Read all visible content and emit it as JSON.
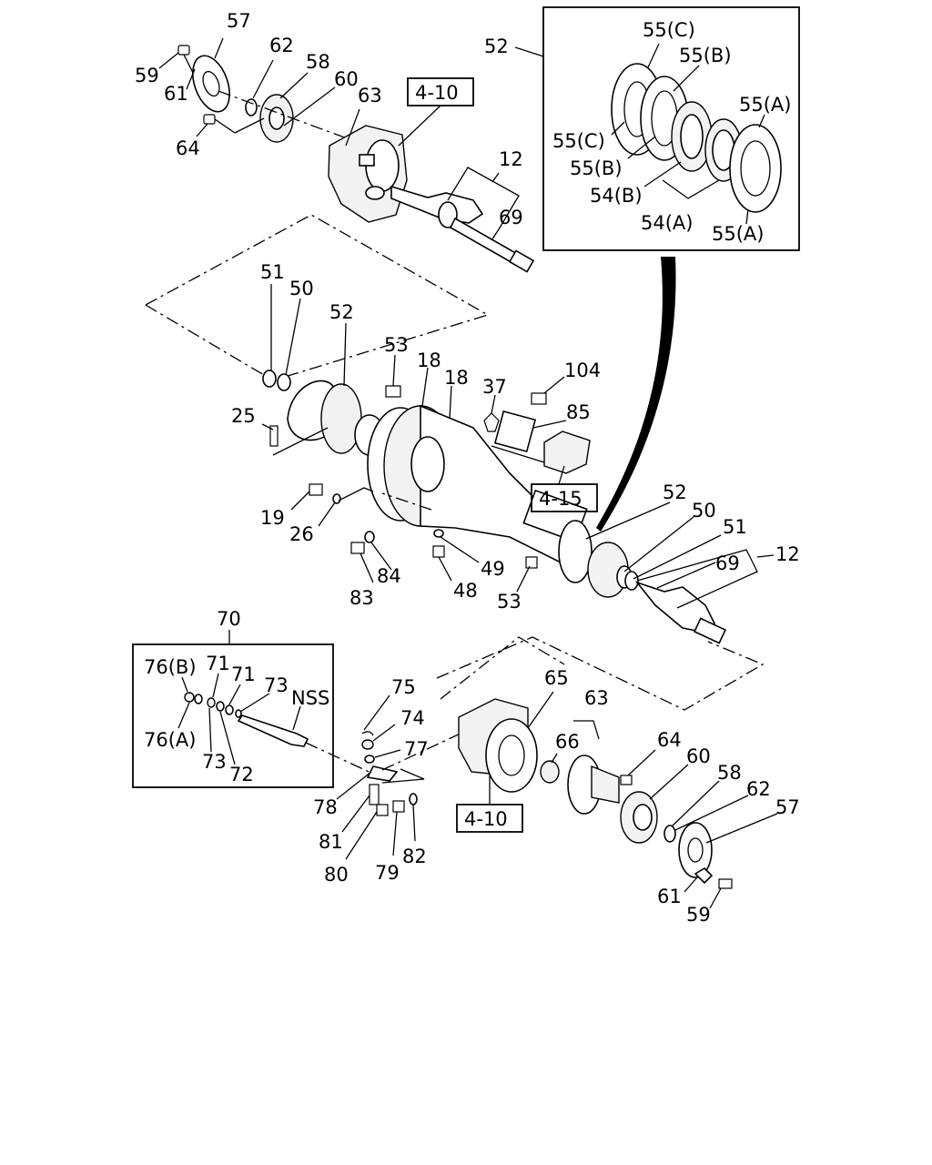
{
  "ref_boxes": {
    "ref_top": "4-10",
    "ref_mid": "4-15",
    "ref_bottom": "4-10"
  },
  "inset_seal": {
    "callout": "52",
    "c_top": "55(C)",
    "b_top": "55(B)",
    "a_top": "55(A)",
    "c_left": "55(C)",
    "b_left": "55(B)",
    "b_54": "54(B)",
    "a_54": "54(A)",
    "a_bottom": "55(A)"
  },
  "inset_nss": {
    "callout": "70",
    "p76b": "76(B)",
    "p71a": "71",
    "p71b": "71",
    "p73a": "73",
    "nss": "NSS",
    "p76a": "76(A)",
    "p73b": "73",
    "p72": "72"
  },
  "labels_top": {
    "p57": "57",
    "p59": "59",
    "p61": "61",
    "p62": "62",
    "p58": "58",
    "p60": "60",
    "p63": "63",
    "p64": "64",
    "p12": "12",
    "p69": "69"
  },
  "labels_mid": {
    "p51": "51",
    "p50": "50",
    "p52": "52",
    "p53a": "53",
    "p18a": "18",
    "p18b": "18",
    "p37": "37",
    "p104": "104",
    "p85": "85",
    "p25": "25",
    "p19": "19",
    "p26": "26",
    "p83": "83",
    "p84": "84",
    "p48": "48",
    "p49": "49",
    "p53b": "53",
    "p52b": "52",
    "p50b": "50",
    "p51b": "51",
    "p69b": "69",
    "p12b": "12"
  },
  "labels_bottom": {
    "p75": "75",
    "p74": "74",
    "p77": "77",
    "p78": "78",
    "p81": "81",
    "p80": "80",
    "p79": "79",
    "p82": "82",
    "p65": "65",
    "p66": "66",
    "p63": "63",
    "p64": "64",
    "p60": "60",
    "p58": "58",
    "p62": "62",
    "p57": "57",
    "p61": "61",
    "p59": "59"
  }
}
